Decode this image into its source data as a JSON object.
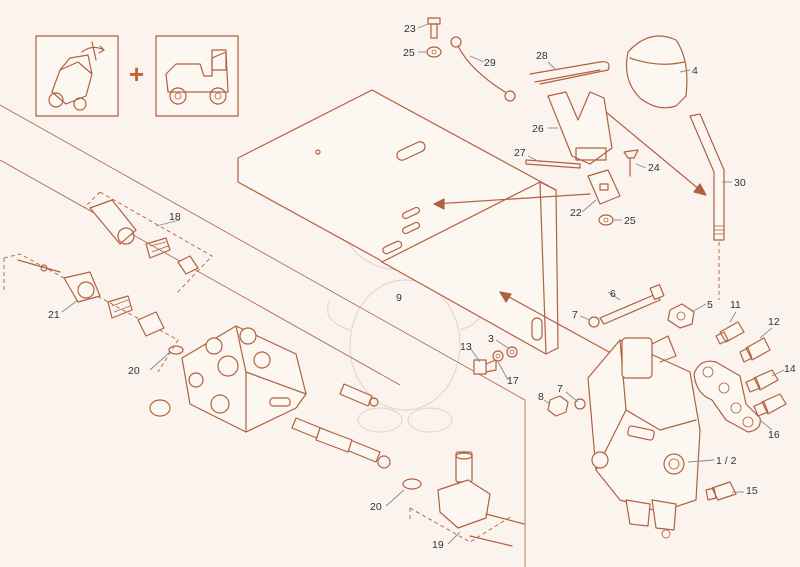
{
  "diagram": {
    "type": "exploded parts diagram",
    "accent_color": "#b0613f",
    "background_color": "#fbf4ee",
    "header_icons": [
      {
        "name": "steering-control-icon"
      },
      {
        "name": "dumper-vehicle-icon"
      }
    ],
    "plus_sign": "+",
    "callouts": {
      "c23": "23",
      "c25a": "25",
      "c29": "29",
      "c28": "28",
      "c4": "4",
      "c26": "26",
      "c27": "27",
      "c24": "24",
      "c30": "30",
      "c22": "22",
      "c25b": "25",
      "c18": "18",
      "c9": "9",
      "c6": "6",
      "c5": "5",
      "c7a": "7",
      "c3": "3",
      "c13": "13",
      "c17": "17",
      "c11": "11",
      "c12": "12",
      "c14": "14",
      "c21": "21",
      "c7b": "7",
      "c8": "8",
      "c16": "16",
      "c20a": "20",
      "c12b": "1 / 2",
      "c15": "15",
      "c20b": "20",
      "c19": "19"
    }
  }
}
